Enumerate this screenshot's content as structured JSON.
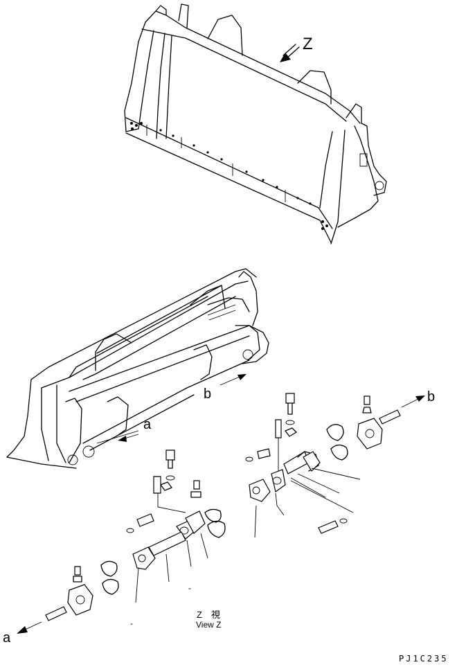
{
  "labels": {
    "view_arrow": "Z",
    "b_upper": "b",
    "a_upper": "a",
    "b_right": "b",
    "a_bottom": "a",
    "view_jp": "Z　視",
    "view_en": "View Z",
    "dash1": "-",
    "dash2": "-",
    "code": "PJ1C235"
  }
}
